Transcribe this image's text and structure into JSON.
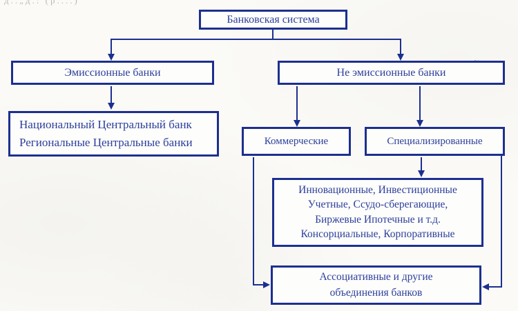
{
  "colors": {
    "line": "#1c2f8f",
    "text": "#2c3e9c",
    "background": "#fbfaf7"
  },
  "artifacts": {
    "top_edge_fragment": "д..„д.: (р....)",
    "tilde_mark": "~"
  },
  "nodes": {
    "root": "Банковская система",
    "emission": "Эмиссионные банки",
    "non_emission": "Не эмиссионные банки",
    "central": {
      "lines": [
        "Национальный Центральный банк",
        "Региональные Центральные банки"
      ]
    },
    "commercial": "Коммерческие",
    "specialized": "Специализированные",
    "specialized_types": {
      "lines": [
        "Инновационные, Инвестиционные",
        "Учетные, Ссудо-сберегающие,",
        "Биржевые Ипотечные и т.д.",
        "Консорциальные, Корпоративные"
      ]
    },
    "associations": {
      "lines": [
        "Ассоциативные и другие",
        "объединения банков"
      ]
    }
  }
}
